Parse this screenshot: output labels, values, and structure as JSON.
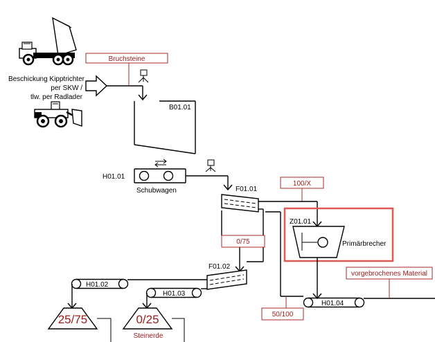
{
  "tags": {
    "bruchsteine": "Bruchsteine",
    "b0101": "B01.01",
    "h0101": "H01.01",
    "schubwagen": "Schubwagen",
    "f0101": "F01.01",
    "x100": "100/X",
    "z0101": "Z01.01",
    "primaerbrecher": "Primärbrecher",
    "s075": "0/75",
    "f0102": "F01.02",
    "h0102": "H01.02",
    "h0103": "H01.03",
    "vorgebrochen": "vorgebrochenes Material",
    "h0104": "H01.04",
    "s50100": "50/100",
    "s2575": "25/75",
    "s025": "0/25",
    "steinerde": "Steinerde"
  },
  "feed": {
    "line1": "Beschickung Kipptrichter",
    "line2": "per SKW /",
    "line3": "tlw. per Radlader"
  },
  "icons": [
    "dump-truck-icon",
    "wheel-loader-icon",
    "level-sensor-icon",
    "direction-arrows-icon"
  ],
  "colors": {
    "tag_red": "#9b1b1b",
    "highlight": "#e05a55",
    "line": "#000000"
  }
}
